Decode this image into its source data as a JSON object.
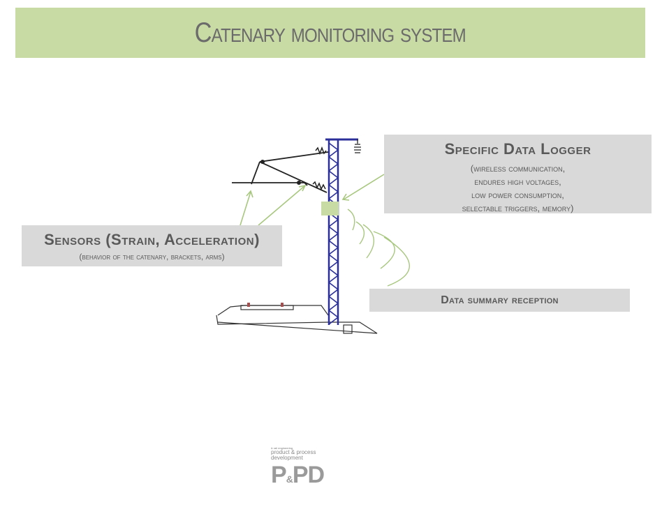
{
  "title": "Catenary monitoring system",
  "logger": {
    "heading": "Specific Data Logger",
    "lines": [
      "(wireless communication,",
      "endures high voltages,",
      "low power consumption,",
      "selectable triggers, memory)"
    ]
  },
  "sensors": {
    "heading": "Sensors (Strain, Acceleration)",
    "sub": "(behavior of the catenary, brackets, arms)"
  },
  "reception": {
    "heading": "Data summary reception"
  },
  "logo": {
    "tagline": "& rail engineering",
    "line1": "product & process",
    "line2": "development",
    "mark_p1": "P",
    "mark_amp": "&",
    "mark_p2": "PD"
  },
  "colors": {
    "title_bar": "#c9dba5",
    "box": "#d9d9d9",
    "arrow": "#a8c77f",
    "mast": "#2b2f9a",
    "logger": "#c9dba5"
  }
}
